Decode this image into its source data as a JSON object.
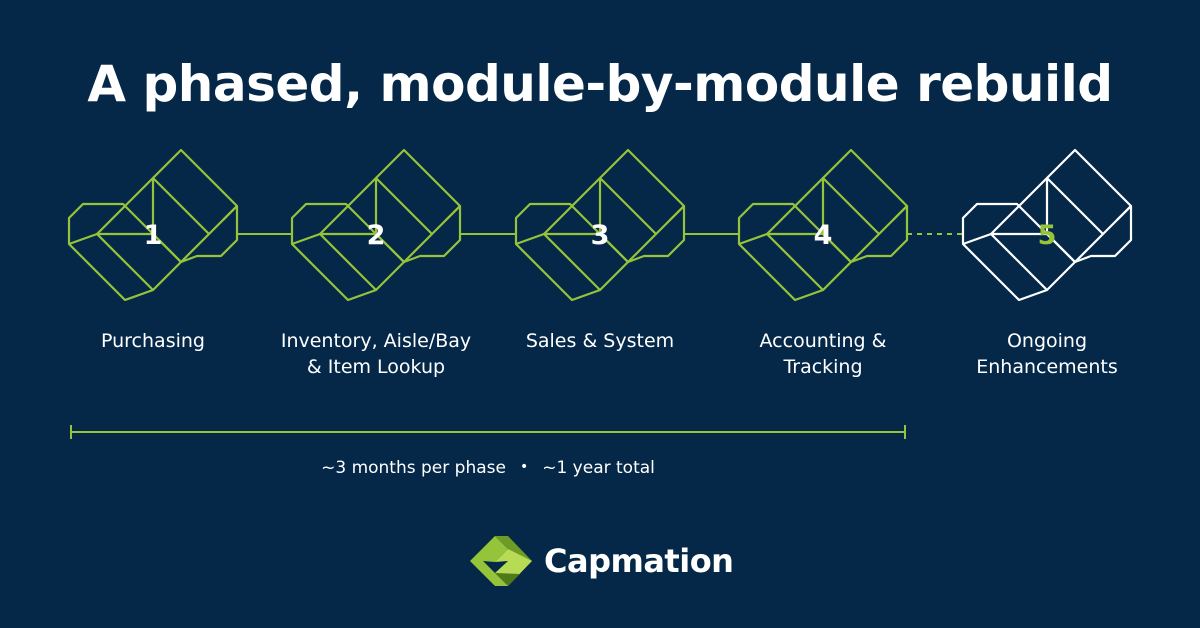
{
  "title": "A phased, module-by-module rebuild",
  "colors": {
    "background": "#052848",
    "accent": "#95C33A",
    "text": "#FFFFFF"
  },
  "phases": [
    {
      "number": "1",
      "label_lines": [
        "Purchasing"
      ],
      "status": "planned"
    },
    {
      "number": "2",
      "label_lines": [
        "Inventory, Aisle/Bay",
        "& Item Lookup"
      ],
      "status": "planned"
    },
    {
      "number": "3",
      "label_lines": [
        "Sales & System"
      ],
      "status": "planned"
    },
    {
      "number": "4",
      "label_lines": [
        "Accounting &",
        "Tracking"
      ],
      "status": "planned"
    },
    {
      "number": "5",
      "label_lines": [
        "Ongoing",
        "Enhancements"
      ],
      "status": "ongoing"
    }
  ],
  "timeline": {
    "left_text": "~3 months per phase",
    "separator": "•",
    "right_text": "~1 year total"
  },
  "brand": {
    "name": "Capmation",
    "logo_icon": "capmation-logo-icon"
  }
}
